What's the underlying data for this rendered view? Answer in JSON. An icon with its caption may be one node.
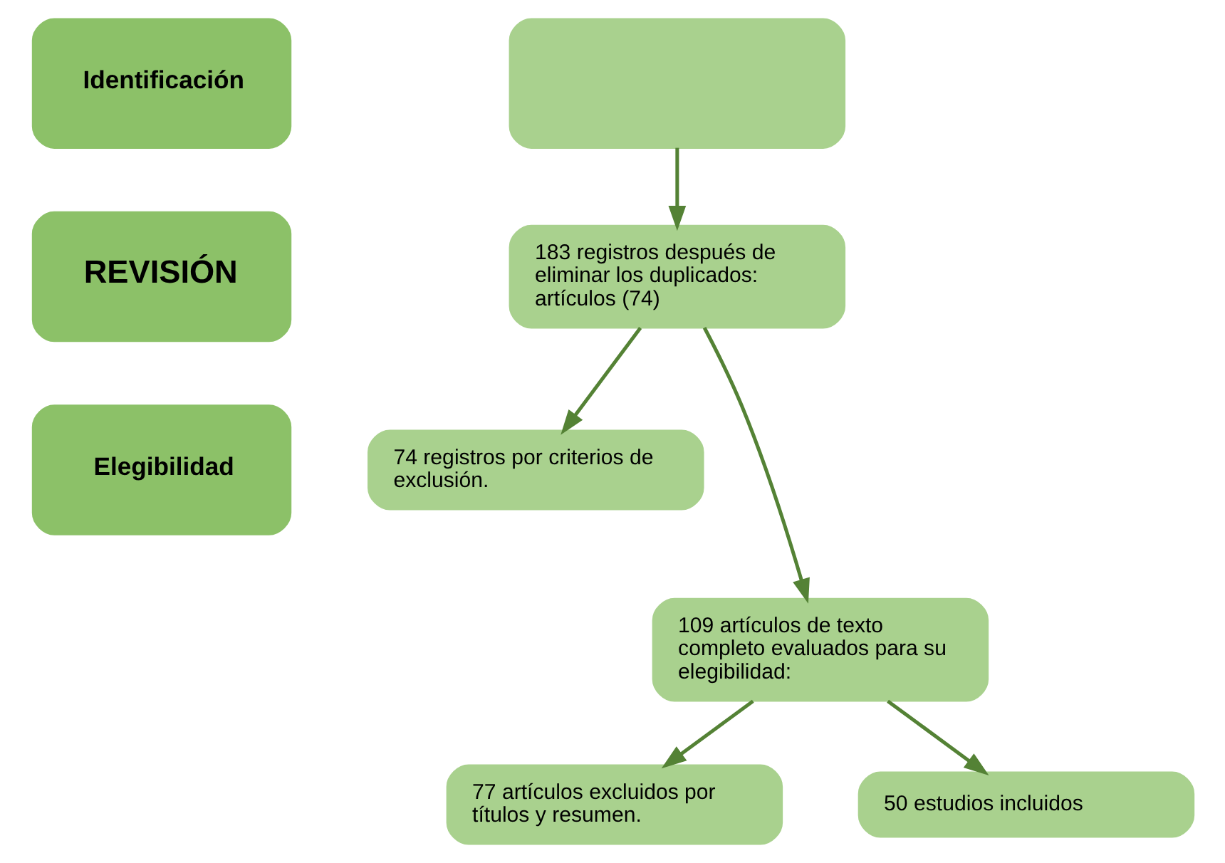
{
  "diagram": {
    "nodes": [
      {
        "text": [
          "Identificación"
        ]
      },
      {
        "text": [
          "REVISIÓN"
        ]
      },
      {
        "text": [
          "Elegibilidad"
        ]
      },
      {
        "text": [],
        "shape": "box"
      },
      {
        "text": [
          "183 registros después de eliminar los duplicados: artículos (74)"
        ]
      },
      {
        "text": [
          "74 registros por criterios de exclusión."
        ]
      },
      {
        "text": [
          "109 artículos de texto completo evaluados para su elegibilidad:"
        ]
      },
      {
        "text": [
          "77 artículos excluidos por títulos y resumen."
        ]
      },
      {
        "text": [
          "50 estudios incluidos"
        ]
      }
    ],
    "edges": [
      {
        "from": 3,
        "to": 4,
        "arrow": "to"
      },
      {
        "from": 4,
        "to": 6,
        "arrow": "to"
      },
      {
        "from": 4,
        "to": 5,
        "arrow": "to"
      },
      {
        "from": 6,
        "to": 8,
        "arrow": "to"
      },
      {
        "from": 6,
        "to": 7,
        "arrow": "to"
      }
    ]
  }
}
